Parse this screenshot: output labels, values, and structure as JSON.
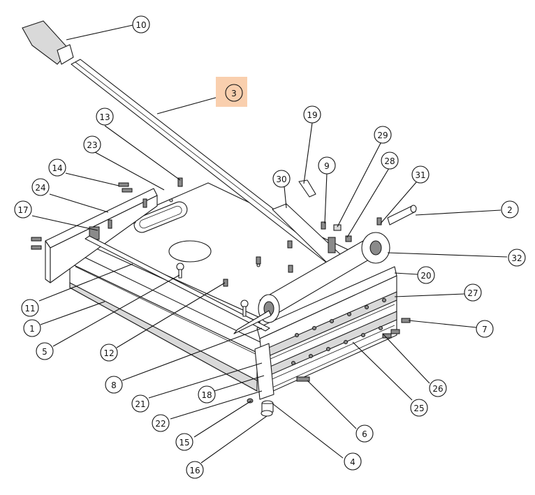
{
  "highlight_color": "#f9cfae",
  "highlighted_callout": "3",
  "callouts": [
    {
      "id": "c10",
      "label": "10"
    },
    {
      "id": "c3",
      "label": "3"
    },
    {
      "id": "c13",
      "label": "13"
    },
    {
      "id": "c19",
      "label": "19"
    },
    {
      "id": "c29",
      "label": "29"
    },
    {
      "id": "c23",
      "label": "23"
    },
    {
      "id": "c14",
      "label": "14"
    },
    {
      "id": "c9",
      "label": "9"
    },
    {
      "id": "c28",
      "label": "28"
    },
    {
      "id": "c30",
      "label": "30"
    },
    {
      "id": "c31",
      "label": "31"
    },
    {
      "id": "c24",
      "label": "24"
    },
    {
      "id": "c2",
      "label": "2"
    },
    {
      "id": "c17",
      "label": "17"
    },
    {
      "id": "c32",
      "label": "32"
    },
    {
      "id": "c20",
      "label": "20"
    },
    {
      "id": "c27",
      "label": "27"
    },
    {
      "id": "c11",
      "label": "11"
    },
    {
      "id": "c7",
      "label": "7"
    },
    {
      "id": "c1",
      "label": "1"
    },
    {
      "id": "c5",
      "label": "5"
    },
    {
      "id": "c12",
      "label": "12"
    },
    {
      "id": "c8",
      "label": "8"
    },
    {
      "id": "c26",
      "label": "26"
    },
    {
      "id": "c21",
      "label": "21"
    },
    {
      "id": "c18",
      "label": "18"
    },
    {
      "id": "c25",
      "label": "25"
    },
    {
      "id": "c22",
      "label": "22"
    },
    {
      "id": "c6",
      "label": "6"
    },
    {
      "id": "c15",
      "label": "15"
    },
    {
      "id": "c4",
      "label": "4"
    },
    {
      "id": "c16",
      "label": "16"
    }
  ]
}
